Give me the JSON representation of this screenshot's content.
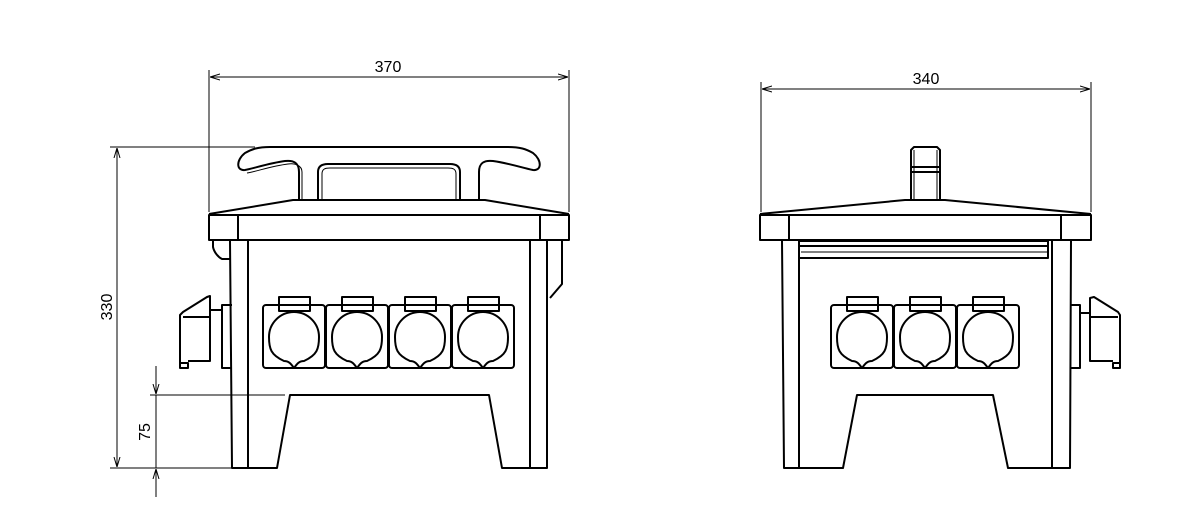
{
  "drawing": {
    "front_view": {
      "width_dimension": "370",
      "height_dimension": "330",
      "clearance_dimension": "75",
      "socket_count": 4
    },
    "side_view": {
      "width_dimension": "340",
      "socket_count": 3
    },
    "line_color": "#000000",
    "background_color": "#ffffff"
  }
}
